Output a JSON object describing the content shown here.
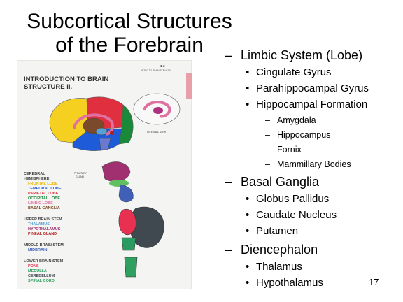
{
  "slide": {
    "title_line1": "Subcortical Structures",
    "title_line2": "of the Forebrain",
    "number": "17"
  },
  "figure": {
    "heading_line1": "INTRODUCTION TO BRAIN",
    "heading_line2": "STRUCTURE II.",
    "page_ref": "1-3",
    "header_small": "INTRO TO BRAIN STRUCT II",
    "internal_view": "INTERNAL VIEW",
    "pituitary": "PITUITARY",
    "gland": "GLAND",
    "legend": {
      "cerebral_hemisphere_1": "CEREBRAL",
      "cerebral_hemisphere_2": "HEMISPHERE",
      "frontal": "FRONTAL LOBE",
      "temporal": "TEMPORAL LOBE",
      "parietal": "PARIETAL LOBE",
      "occipital": "OCCIPITAL LOBE",
      "limbic": "LIMBIC LOBE",
      "basal": "BASAL GANGLIA",
      "upper": "UPPER BRAIN STEM",
      "thalamus": "THALAMUS",
      "hypothalamus": "HYPOTHALAMUS",
      "pineal": "PINEAL GLAND",
      "middle": "MIDDLE BRAIN STEM",
      "midbrain": "MIDBRAIN",
      "lower": "LOWER BRAIN STEM",
      "pons": "PONS",
      "medulla": "MEDULLA",
      "cerebellum": "CEREBELLUM",
      "spinal": "SPINAL CORD"
    },
    "colors": {
      "paper": "#f4f4f2",
      "frontal": "#f5d020",
      "temporal": "#1e5bd8",
      "parietal": "#e03040",
      "occipital": "#1a8a3a",
      "limbic": "#e070a0",
      "basal": "#7a4a2a",
      "thalamus": "#5aa0d0",
      "hypothalamus": "#a03070",
      "pineal": "#b02020",
      "midbrain": "#4060b8",
      "pons": "#e83050",
      "medulla": "#2a9a60",
      "cerebellum": "#404850",
      "spinal": "#30a060"
    }
  },
  "outline": {
    "limbic_system": "Limbic System (Lobe)",
    "cingulate": "Cingulate Gyrus",
    "parahippocampal": "Parahippocampal Gyrus",
    "hippocampal_formation": "Hippocampal Formation",
    "amygdala": "Amygdala",
    "hippocampus": "Hippocampus",
    "fornix": "Fornix",
    "mammillary": "Mammillary Bodies",
    "basal_ganglia": "Basal Ganglia",
    "globus_pallidus": "Globus Pallidus",
    "caudate": "Caudate Nucleus",
    "putamen": "Putamen",
    "diencephalon": "Diencephalon",
    "thalamus": "Thalamus",
    "hypothalamus": "Hypothalamus"
  }
}
